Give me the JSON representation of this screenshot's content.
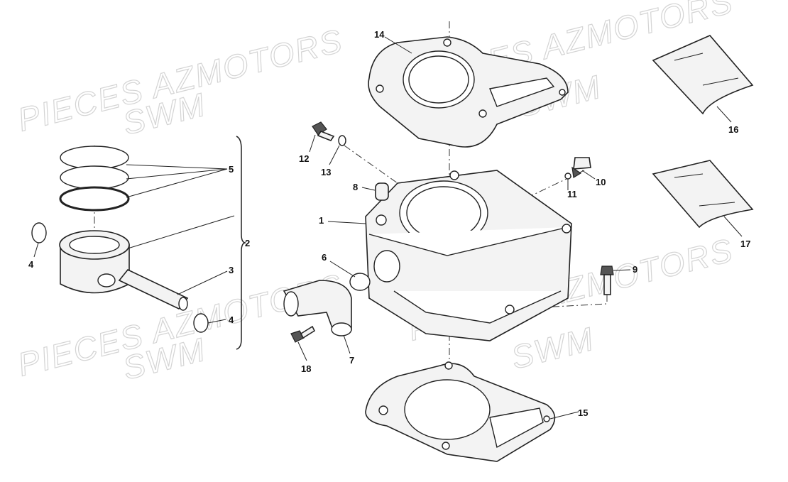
{
  "watermark": {
    "line1": "PIECES AZMOTORS",
    "line2": "SWM"
  },
  "callouts": {
    "c1": "1",
    "c2": "2",
    "c3": "3",
    "c4a": "4",
    "c4b": "4",
    "c5": "5",
    "c6": "6",
    "c7": "7",
    "c8": "8",
    "c9": "9",
    "c10": "10",
    "c11": "11",
    "c12": "12",
    "c13": "13",
    "c14": "14",
    "c15": "15",
    "c16": "16",
    "c17": "17",
    "c18": "18"
  }
}
